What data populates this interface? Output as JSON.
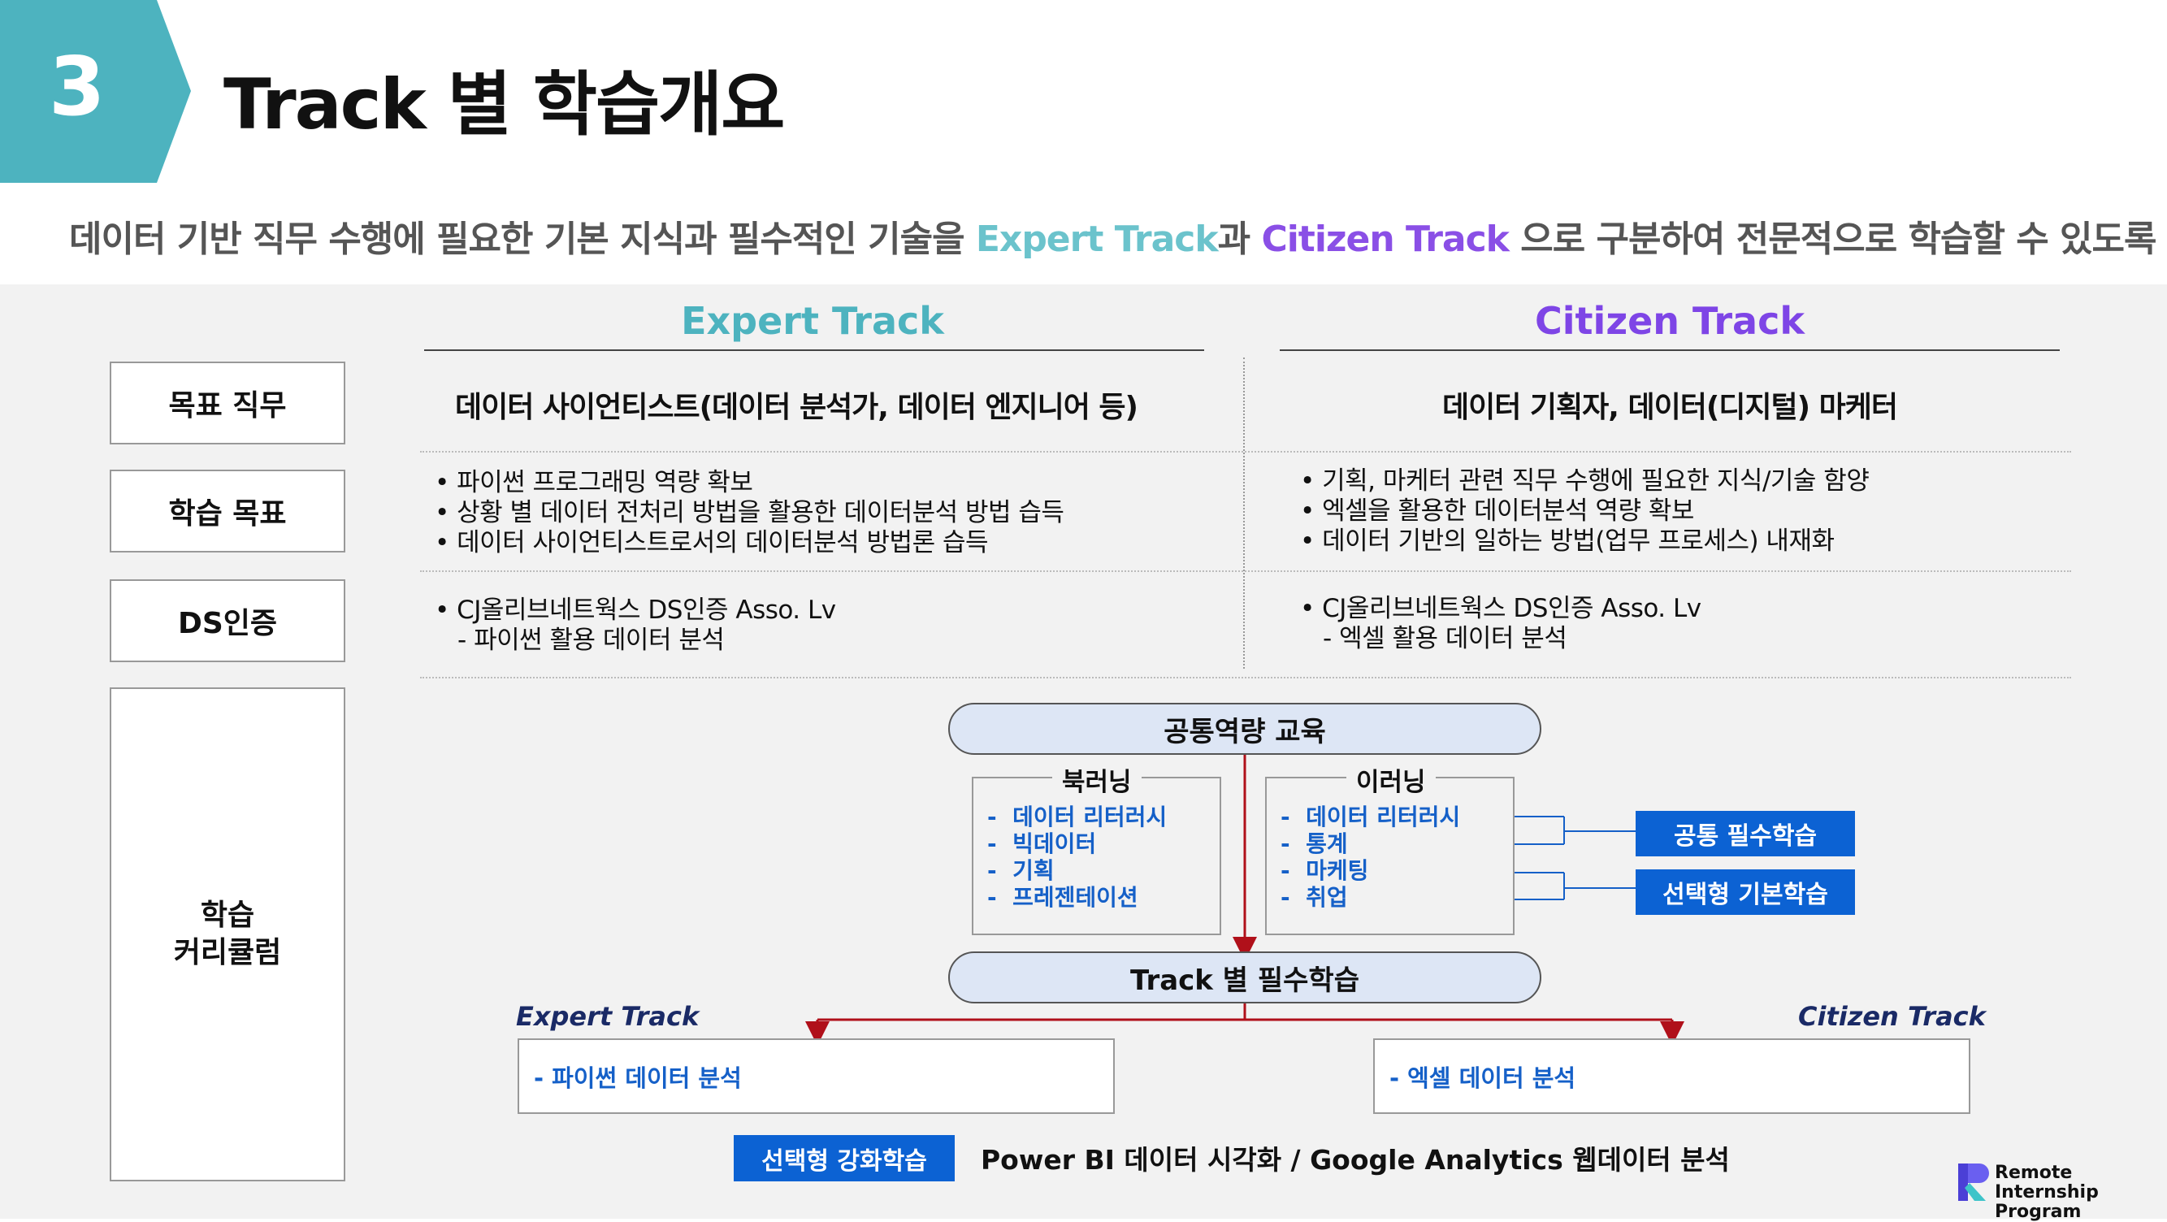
{
  "header": {
    "section_number": "3",
    "title": "Track 별 학습개요"
  },
  "subtitle": {
    "part1": "데이터 기반 직무 수행에 필요한 기본 지식과 필수적인 기술을 ",
    "expert": "Expert Track",
    "part2": "과 ",
    "citizen": "Citizen Track",
    "part3": " 으로 구분하여 전문적으로 학습할 수 있도록 구성"
  },
  "tracks": {
    "expert": "Expert Track",
    "citizen": "Citizen Track"
  },
  "row_labels": {
    "goal_job": "목표 직무",
    "learning_goal": "학습 목표",
    "ds_cert": "DS인증",
    "curriculum": "학습\n커리큘럼"
  },
  "goal_job": {
    "expert": "데이터 사이언티스트(데이터 분석가, 데이터 엔지니어 등)",
    "citizen": "데이터 기획자, 데이터(디지털) 마케터"
  },
  "learning_goal": {
    "expert": "• 파이썬 프로그래밍 역량 확보\n• 상황 별 데이터 전처리 방법을 활용한 데이터분석 방법 습득\n• 데이터 사이언티스트로서의 데이터분석 방법론 습득",
    "citizen": "• 기획, 마케터 관련 직무 수행에 필요한 지식/기술 함양\n• 엑셀을 활용한 데이터분석 역량 확보\n• 데이터 기반의 일하는 방법(업무 프로세스) 내재화"
  },
  "ds_cert": {
    "expert": "• CJ올리브네트웍스 DS인증 Asso. Lv\n   - 파이썬 활용 데이터 분석",
    "citizen": "• CJ올리브네트웍스 DS인증 Asso. Lv\n   - 엑셀 활용 데이터 분석"
  },
  "curriculum": {
    "common_pill": "공통역량 교육",
    "booklearning_label": "북러닝",
    "booklearning_items": "-  데이터 리터러시\n-  빅데이터\n-  기획\n-  프레젠테이션",
    "elearning_label": "이러닝",
    "elearning_items": "-  데이터 리터러시\n-  통계\n-  마케팅\n-  취업",
    "common_required_btn": "공통 필수학습",
    "elective_basic_btn": "선택형 기본학습",
    "track_pill": "Track 별 필수학습",
    "expert_label": "Expert Track",
    "citizen_label": "Citizen Track",
    "expert_box": "-  파이썬 데이터 분석",
    "citizen_box": "-  엑셀 데이터 분석",
    "elective_advanced_btn": "선택형 강화학습",
    "advanced_desc": "Power BI 데이터 시각화 / Google Analytics 웹데이터 분석"
  },
  "logo": {
    "line1": "Remote Internship",
    "line2": "Program"
  },
  "colors": {
    "badge": "#4db3bf",
    "expert": "#6bc3cc",
    "citizen": "#8a4fe6",
    "blue": "#0c62d3",
    "arrow": "#b0101a"
  }
}
